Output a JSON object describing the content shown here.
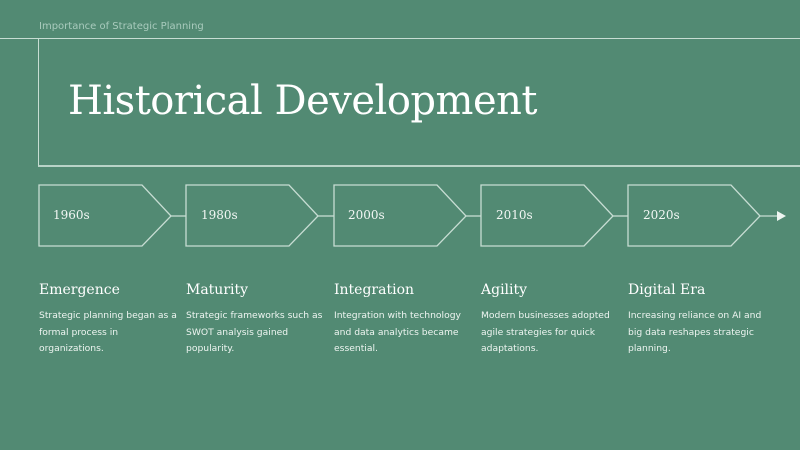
{
  "slide": {
    "section_label": "Importance of Strategic Planning",
    "title": "Historical Development"
  },
  "colors": {
    "background": "#528a73",
    "line": "#c7ddd3",
    "text": "#ffffff"
  },
  "timeline": [
    {
      "year": "1960s",
      "title": "Emergence",
      "text": "Strategic planning began as a formal process in organizations."
    },
    {
      "year": "1980s",
      "title": "Maturity",
      "text": "Strategic frameworks such as SWOT analysis gained popularity."
    },
    {
      "year": "2000s",
      "title": "Integration",
      "text": "Integration with technology and data analytics became essential."
    },
    {
      "year": "2010s",
      "title": "Agility",
      "text": "Modern businesses adopted agile strategies for quick adaptations."
    },
    {
      "year": "2020s",
      "title": "Digital Era",
      "text": "Increasing reliance on AI and big data reshapes strategic planning."
    }
  ]
}
